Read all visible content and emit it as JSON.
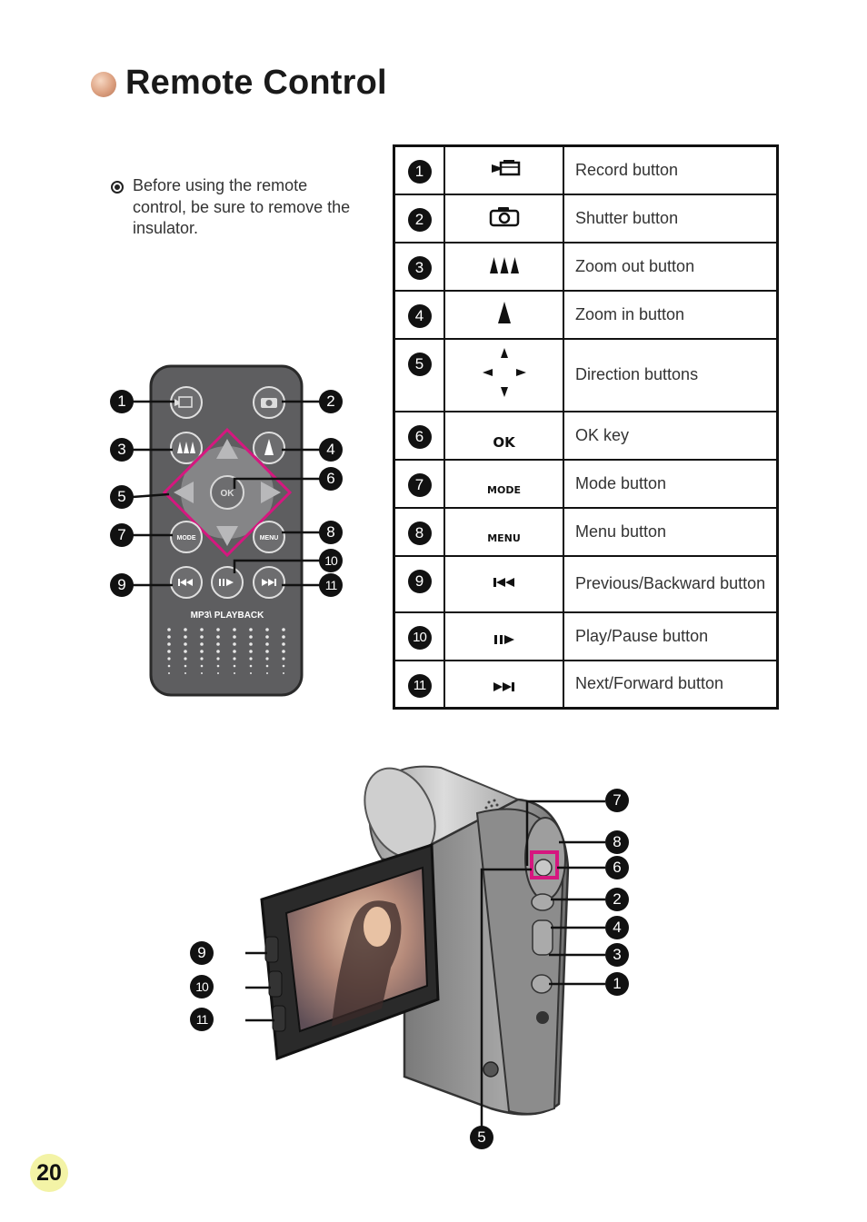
{
  "page": {
    "title": "Remote Control",
    "note": "Before using the remote control, be sure to remove the insulator.",
    "page_number": "20"
  },
  "table": {
    "rows": [
      {
        "num": "1",
        "icon": "record-icon",
        "label": "Record button"
      },
      {
        "num": "2",
        "icon": "camera-icon",
        "label": "Shutter button"
      },
      {
        "num": "3",
        "icon": "zoom-out-icon",
        "label": "Zoom out button"
      },
      {
        "num": "4",
        "icon": "zoom-in-icon",
        "label": "Zoom in button"
      },
      {
        "num": "5",
        "icon": "direction-arrows-icon",
        "label": "Direction buttons"
      },
      {
        "num": "6",
        "icon_text": "OK",
        "label": "OK key"
      },
      {
        "num": "7",
        "icon_text": "MODE",
        "label": "Mode button"
      },
      {
        "num": "8",
        "icon_text": "MENU",
        "label": "Menu button"
      },
      {
        "num": "9",
        "icon": "previous-icon",
        "label": "Previous/Backward button"
      },
      {
        "num": "10",
        "icon": "play-pause-icon",
        "label": "Play/Pause button"
      },
      {
        "num": "11",
        "icon": "next-icon",
        "label": "Next/Forward button"
      }
    ]
  },
  "remote": {
    "ok_label": "OK",
    "mode_label": "MODE",
    "menu_label": "MENU",
    "playback_label": "MP3\\ PLAYBACK",
    "callouts": [
      "1",
      "2",
      "3",
      "4",
      "5",
      "6",
      "7",
      "8",
      "9",
      "10",
      "11"
    ]
  },
  "camera": {
    "callouts_right": [
      "7",
      "8",
      "6",
      "2",
      "4",
      "3",
      "1"
    ],
    "callouts_left": [
      "9",
      "10",
      "11"
    ],
    "callout_bottom": "5"
  },
  "colors": {
    "highlight": "#d6177f",
    "remote_body": "#5e5e60",
    "page_badge": "#f3f3a6"
  }
}
